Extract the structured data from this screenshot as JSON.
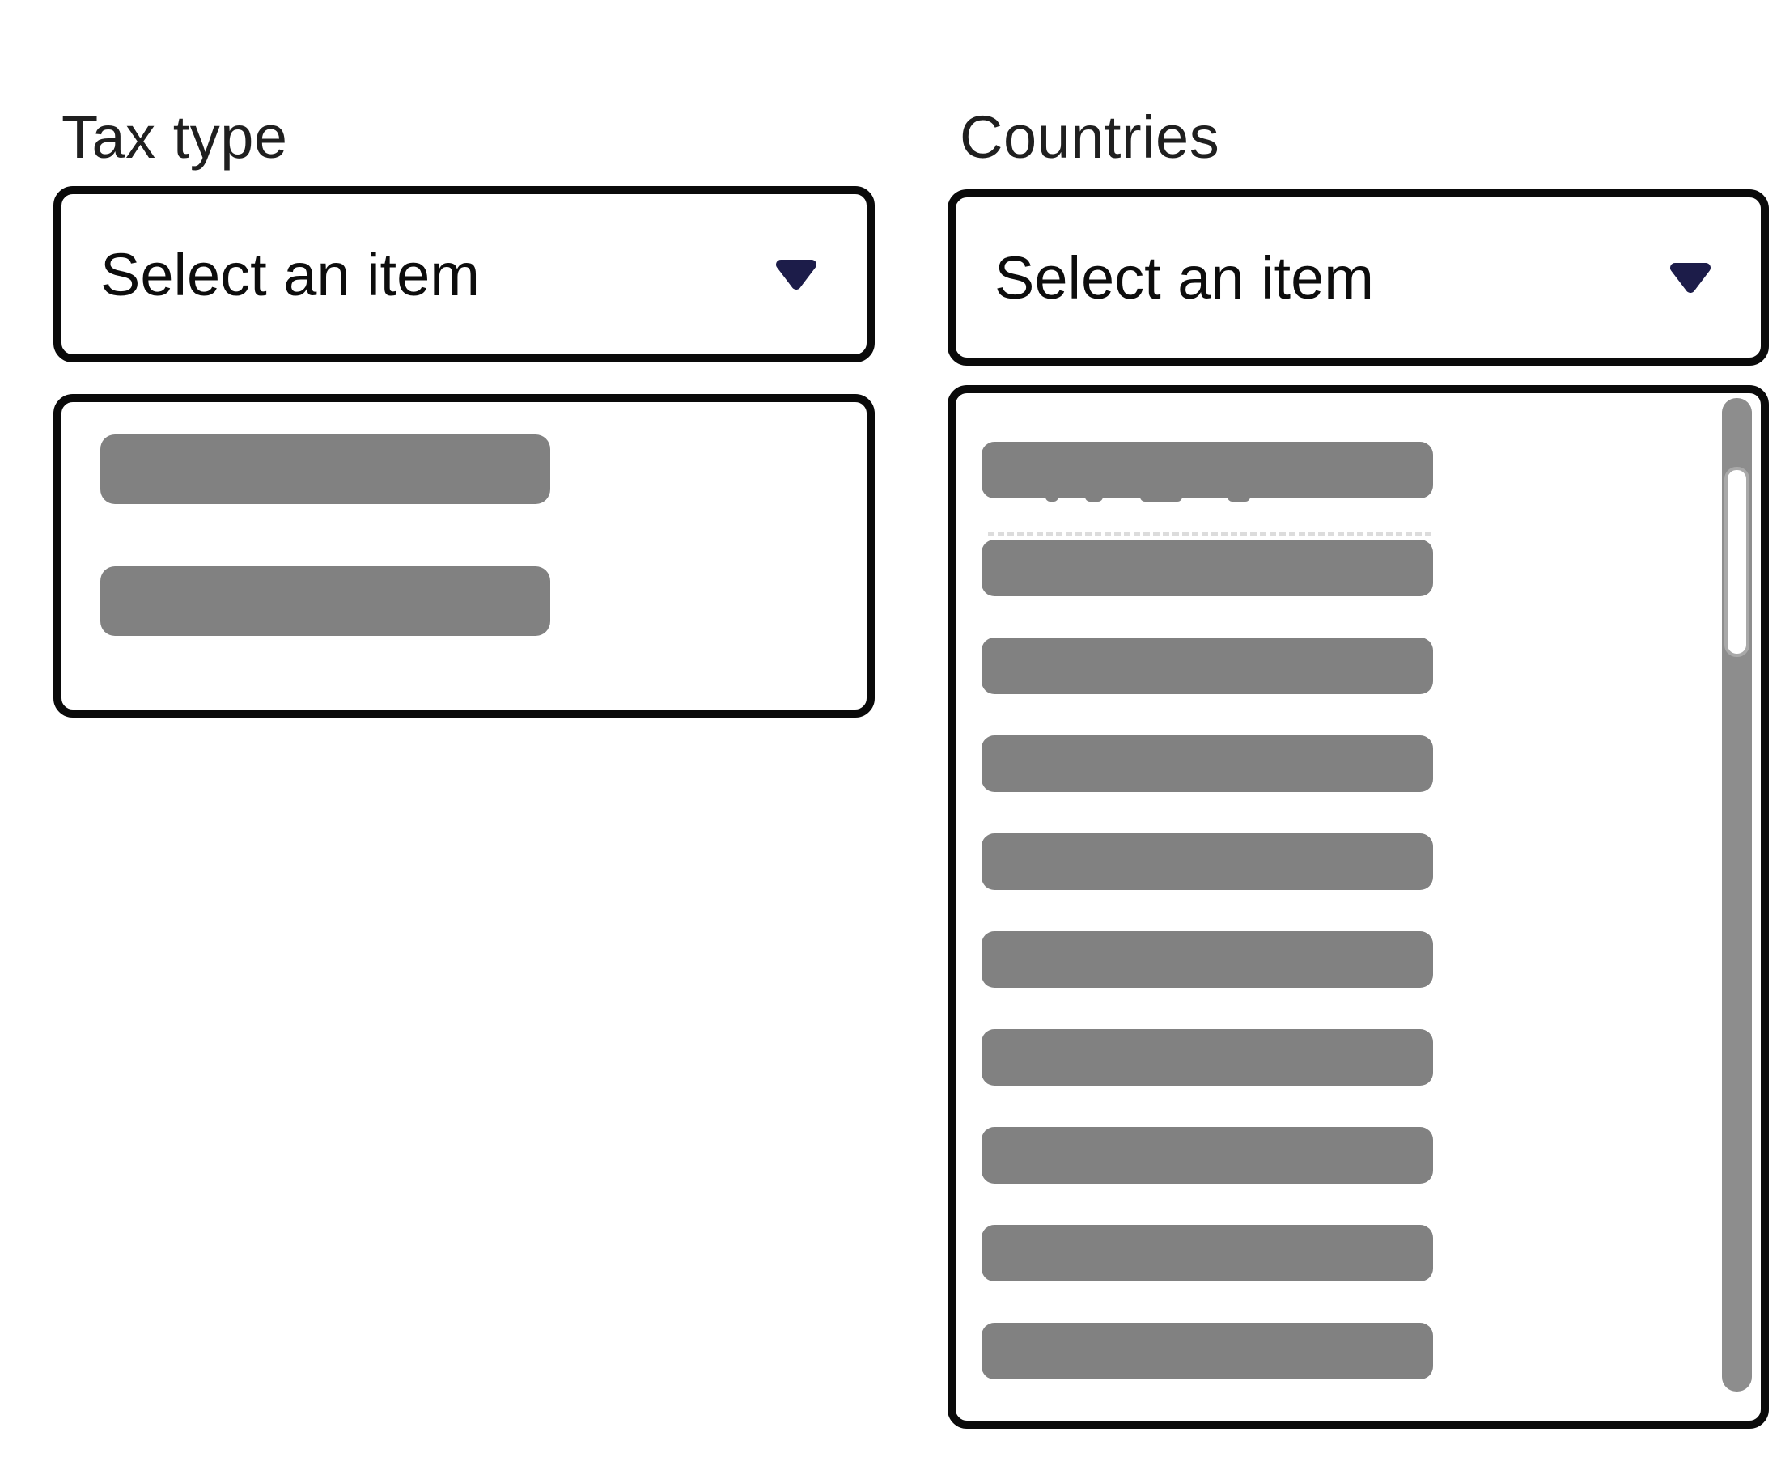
{
  "fields": [
    {
      "name": "tax-type",
      "label": "Tax type",
      "select": {
        "placeholder": "Select an item",
        "chevron_icon": "chevron-down-icon"
      },
      "panel": {
        "state": "loading-skeleton",
        "skeleton_item_count": 2,
        "scrollbar": false
      }
    },
    {
      "name": "countries",
      "label": "Countries",
      "select": {
        "placeholder": "Select an item",
        "chevron_icon": "chevron-down-icon"
      },
      "panel": {
        "state": "loading-skeleton",
        "skeleton_item_count": 10,
        "scrollbar": true
      }
    }
  ],
  "colors": {
    "border": "#0a0a0a",
    "label": "#1f1f1f",
    "select_text": "#0d0d0d",
    "chevron": "#1c1c49",
    "skeleton": "#818181",
    "scroll_track": "#8d8d8d",
    "scroll_thumb": "#ffffff",
    "scroll_thumb_border": "#a9a9a9"
  }
}
